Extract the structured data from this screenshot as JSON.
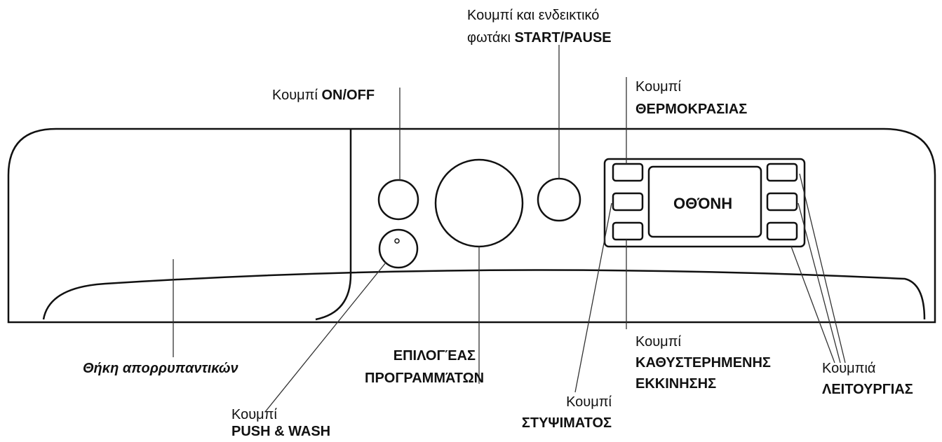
{
  "labels": {
    "start_pause": {
      "line1": "Κουμπί και ενδεικτικό",
      "line2_prefix": "φωτάκι ",
      "line2_bold": "START/PAUSE"
    },
    "on_off": {
      "prefix": "Κουμπί ",
      "bold": "ON/OFF"
    },
    "temperature": {
      "line1": "Κουμπί",
      "line2": "ΘΕΡΜΟΚΡΑΣΙΑΣ"
    },
    "screen": "ΟΘΌΝΗ",
    "detergent_drawer": "Θήκη απορρυπαντικών",
    "program_selector": {
      "line1": "ΕΠΙΛΟΓΈΑΣ",
      "line2": "ΠΡΟΓΡΑΜΜΆΤΩΝ"
    },
    "delayed_start": {
      "line1": "Κουμπί",
      "line2": "ΚΑΘΥΣΤΕΡΗΜΕΝΗΣ",
      "line3": "ΕΚΚΙΝΗΣΗΣ"
    },
    "function_buttons": {
      "line1": "Κουμπιά",
      "line2": "ΛΕΙΤΟΥΡΓΙΑΣ"
    },
    "spin": {
      "line1": "Κουμπί",
      "line2": "ΣΤΥΨΙΜΑΤΟΣ"
    },
    "push_wash": {
      "line1": "Κουμπί",
      "line2": "PUSH & WASH"
    }
  }
}
